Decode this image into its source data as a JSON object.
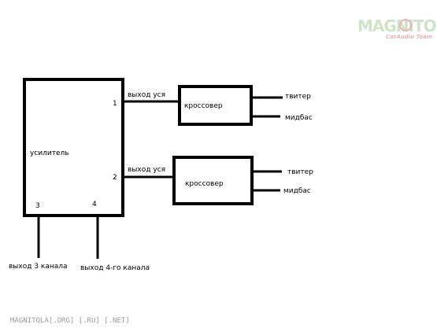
{
  "logo": {
    "title": "MAGNITOLA",
    "subtitle": "CarAudio Team"
  },
  "amplifier": {
    "label": "усилитель",
    "ports": {
      "p1": "1",
      "p2": "2",
      "p3": "3",
      "p4": "4"
    }
  },
  "outputs": {
    "out1": "выход уся",
    "out2": "выход уся",
    "out3": "выход 3 канала",
    "out4": "выход 4-го канала"
  },
  "crossover1": {
    "label": "кроссовер",
    "tweeter": "твитер",
    "midbass": "мидбас"
  },
  "crossover2": {
    "label": "кроссовер",
    "tweeter": "твитер",
    "midbass": "мидбас"
  },
  "footer": {
    "watermark": "MAGNITOLA[.ORG] [.RU] [.NET]"
  },
  "colors": {
    "line": "#000000",
    "watermark": "#9a9a9a",
    "logo_main": "#cfe3c9",
    "logo_accent": "#e6b3b3"
  }
}
